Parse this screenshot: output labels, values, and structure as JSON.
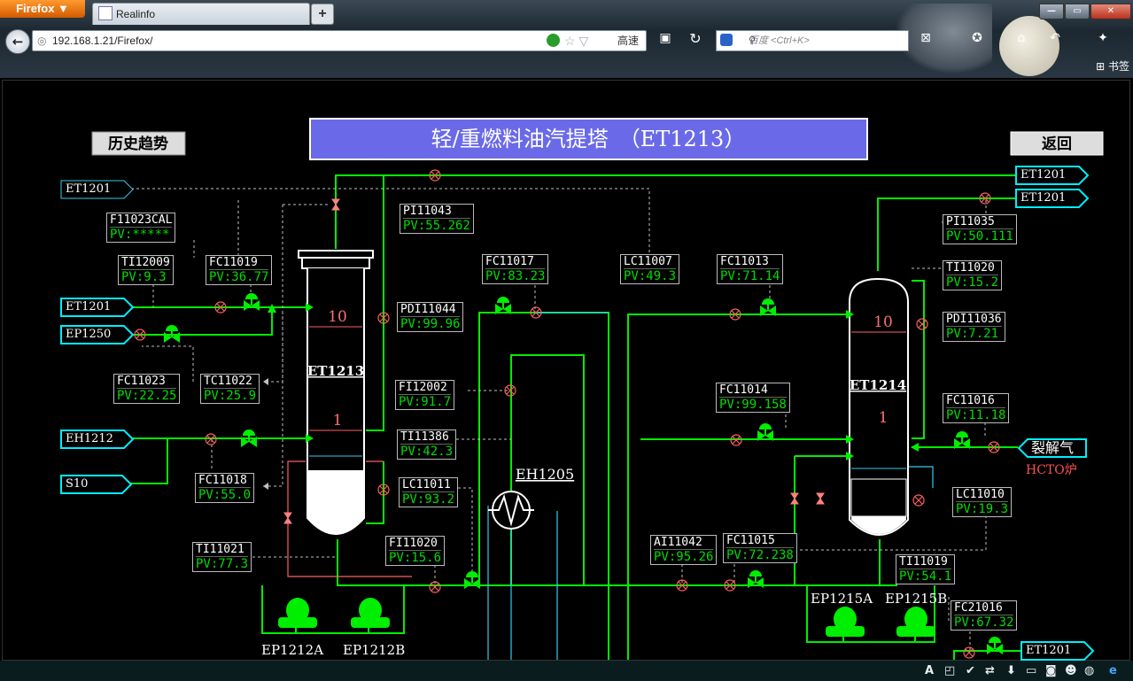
{
  "browser": {
    "menu_label": "Firefox ▼",
    "tab_title": "Realinfo",
    "new_tab": "+",
    "url": "192.168.1.21/Firefox/",
    "fast_label": "高速",
    "search_placeholder": "百度 <Ctrl+K>",
    "bookmarks_label": "书签"
  },
  "page": {
    "title": "轻/重燃料油汽提塔　（ET1213）",
    "history_button": "历史趋势",
    "back_button": "返回",
    "colors": {
      "line": "#00ee00",
      "pv": "#00dd00",
      "cyan": "#33ccee",
      "title_bg": "#6a6ae8",
      "red": "#ff6060"
    }
  },
  "connectors": {
    "et1201_a": "ET1201",
    "et1201_b": "ET1201",
    "et1201_c": "ET1201",
    "et1201_d": "ET1201",
    "et1201_e": "ET1201",
    "ep1250": "EP1250",
    "eh1212": "EH1212",
    "s10": "S10",
    "cracked_gas": "裂解气",
    "hcto": "HCTO炉"
  },
  "equipment": {
    "et1213": "ET1213",
    "et1214": "ET1214",
    "tray_10_a": "10",
    "tray_1_a": "1",
    "tray_10_b": "10",
    "tray_1_b": "1",
    "eh1205": "EH1205",
    "ep1212a": "EP1212A",
    "ep1212b": "EP1212B",
    "ep1215a": "EP1215A",
    "ep1215b": "EP1215B"
  },
  "tags": [
    {
      "id": "F11023CAL",
      "pv": "PV:*****"
    },
    {
      "id": "TI12009",
      "pv": "PV:9.3"
    },
    {
      "id": "FC11019",
      "pv": "PV:36.77"
    },
    {
      "id": "FC11023",
      "pv": "PV:22.25"
    },
    {
      "id": "TC11022",
      "pv": "PV:25.9"
    },
    {
      "id": "FC11018",
      "pv": "PV:55.0"
    },
    {
      "id": "TI11021",
      "pv": "PV:77.3"
    },
    {
      "id": "PI11043",
      "pv": "PV:55.262"
    },
    {
      "id": "PDI11044",
      "pv": "PV:99.96"
    },
    {
      "id": "FI12002",
      "pv": "PV:91.7"
    },
    {
      "id": "TI11386",
      "pv": "PV:42.3"
    },
    {
      "id": "LC11011",
      "pv": "PV:93.2"
    },
    {
      "id": "FI11020",
      "pv": "PV:15.6"
    },
    {
      "id": "FC11017",
      "pv": "PV:83.23"
    },
    {
      "id": "LC11007",
      "pv": "PV:49.3"
    },
    {
      "id": "FC11013",
      "pv": "PV:71.14"
    },
    {
      "id": "FC11014",
      "pv": "PV:99.158"
    },
    {
      "id": "AI11042",
      "pv": "PV:95.26"
    },
    {
      "id": "FC11015",
      "pv": "PV:72.238"
    },
    {
      "id": "PI11035",
      "pv": "PV:50.111"
    },
    {
      "id": "TI11020",
      "pv": "PV:15.2"
    },
    {
      "id": "PDI11036",
      "pv": "PV:7.21"
    },
    {
      "id": "FC11016",
      "pv": "PV:11.18"
    },
    {
      "id": "LC11010",
      "pv": "PV:19.3"
    },
    {
      "id": "TI11019",
      "pv": "PV:54.1"
    },
    {
      "id": "FC21016",
      "pv": "PV:67.32"
    }
  ]
}
